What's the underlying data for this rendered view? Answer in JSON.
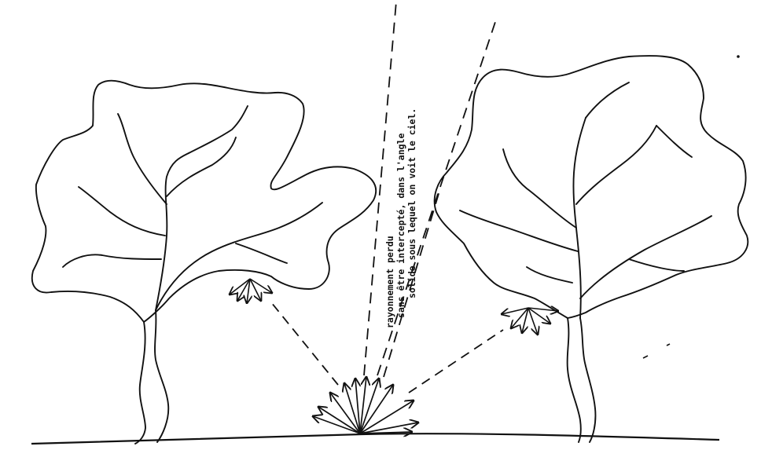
{
  "annotation": {
    "line1": "rayonnement perdu",
    "line2": "sans être intercepté, dans l'angle",
    "line3": "solide sous lequel on voit le ciel."
  },
  "colors": {
    "ink": "#111111",
    "background": "#ffffff"
  }
}
